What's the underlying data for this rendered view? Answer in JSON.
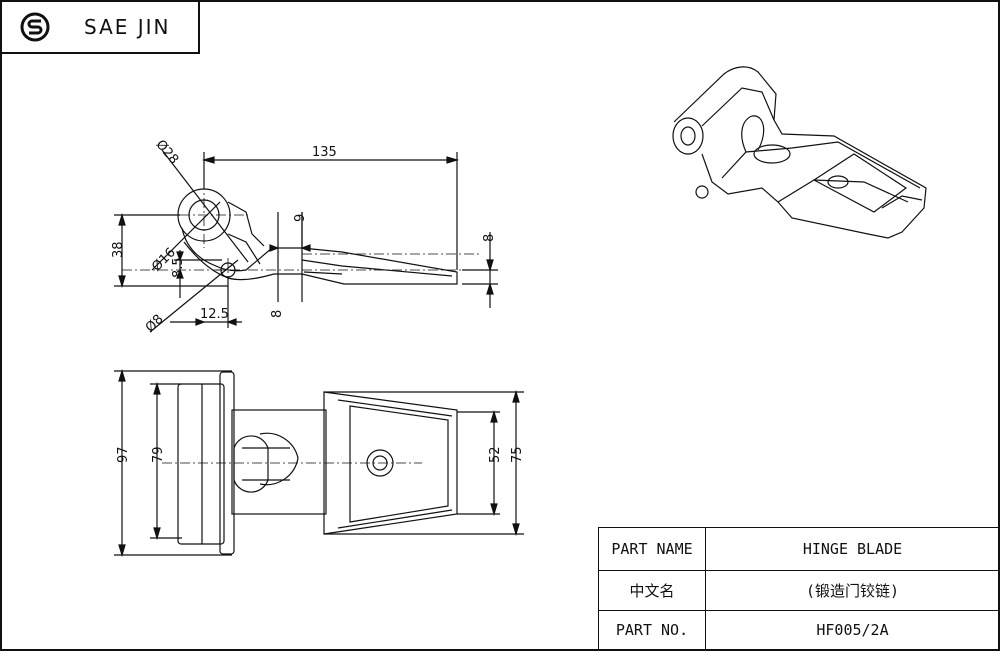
{
  "brand": {
    "name": "SAE JIN",
    "logo_icon": "sj-logo-icon"
  },
  "dimensions": {
    "side_view": {
      "overall_length": "135",
      "eye_diameter": "Ø28",
      "bore_diameter": "Ø16",
      "pin_diameter": "Ø8",
      "height": "38",
      "pin_offset_vertical": "8.5",
      "pin_offset_horizontal": "12.5",
      "blade_thickness_left": "8",
      "blade_thickness_right": "8",
      "step": "9"
    },
    "top_view": {
      "overall_width": "97",
      "knuckle_width": "79",
      "plate_inner": "52",
      "plate_outer": "75"
    }
  },
  "title_block": {
    "part_name_label": "PART NAME",
    "part_name_value": "HINGE BLADE",
    "cn_label": "中文名",
    "cn_value": "(锻造门铰链)",
    "part_no_label": "PART NO.",
    "part_no_value": "HF005/2A"
  }
}
